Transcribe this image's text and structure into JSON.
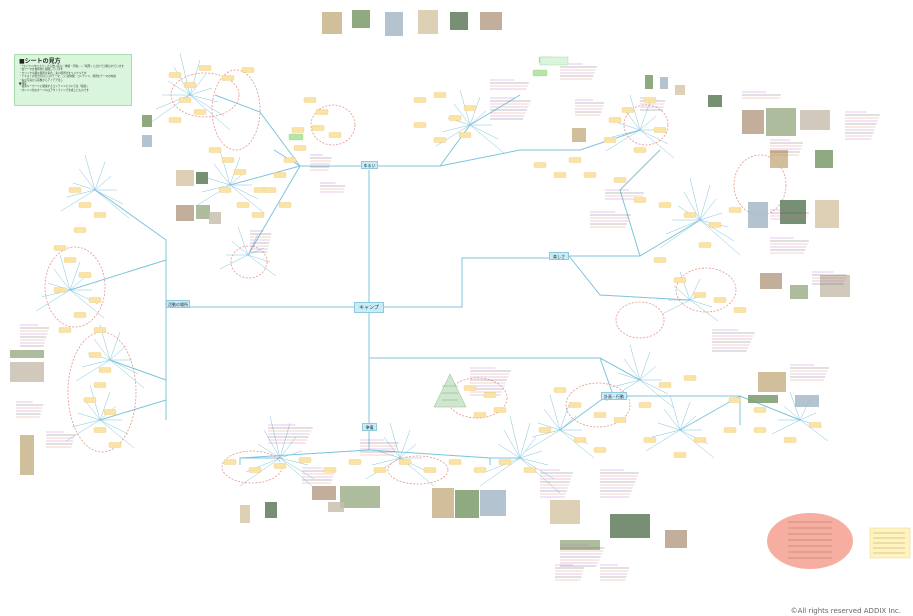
{
  "legend": {
    "title": "■シートの見方",
    "lines": [
      "・「ワイワイ/ゆったり」から始→遊ぶ／体験・行動」→「場所」に分けて分類されています",
      "・各テーマを放射状に展開しています",
      "・クリック可能な箇所は青色、青い箇所がオリジナルです",
      "・テキストの色分けは○○のテーマ、○○は体験・コンテンツ、場所のテーマの内容",
      "・右の写真から画像からアイデア出し",
      "",
      "■補足",
      "・検索キーワードに関連するコンテンツについては「検索」",
      "・オレンジ色のオーバルはアウトラインで生成したものです"
    ]
  },
  "hubs": {
    "center": "キャンプ",
    "top": "ゆるい",
    "right": "楽しさ",
    "left": "活動の場所",
    "bottom": "準備",
    "bottom_right": "計画・行動"
  },
  "colors": {
    "branch": "#7fc4dc",
    "node": "#fbe3a3",
    "node_border": "#e7c06a",
    "oval": "#e7958c",
    "hub": "#c9ecf6",
    "legend": "#d9f5dc",
    "salmon": "#f4a090",
    "sticky": "#fff3bf",
    "green_node": "#b6e6a6"
  },
  "footer": {
    "copyright": "©All rights reserved ADDIX Inc."
  }
}
